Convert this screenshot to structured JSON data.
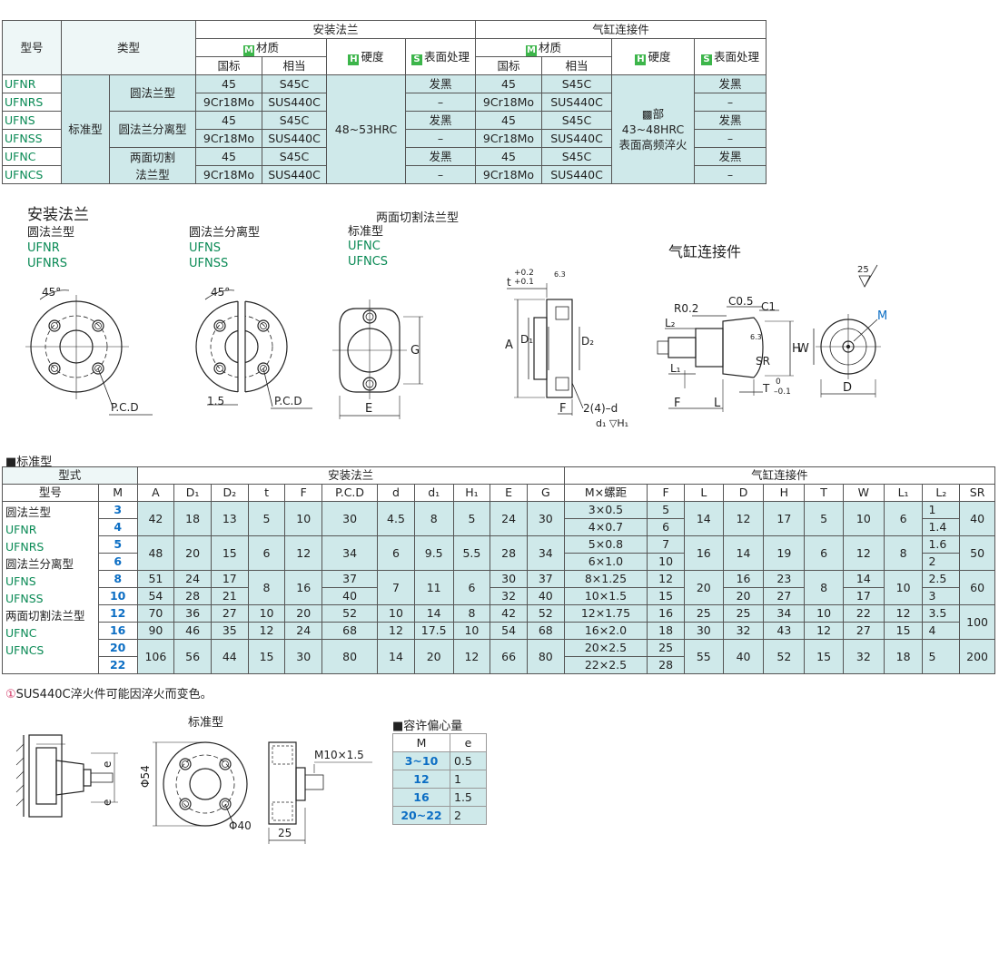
{
  "spec": {
    "head": {
      "model": "型号",
      "type": "类型",
      "flange": "安装法兰",
      "cyl": "气缸连接件",
      "material": "材质",
      "hardness": "硬度",
      "surface": "表面处理",
      "gb": "国标",
      "eq": "相当",
      "badge_m": "M",
      "badge_h": "H",
      "badge_s": "S"
    },
    "models": [
      "UFNR",
      "UFNRS",
      "UFNS",
      "UFNSS",
      "UFNC",
      "UFNCS"
    ],
    "std_type": "标准型",
    "subtypes": [
      "圆法兰型",
      "圆法兰分离型",
      "两面切割\n法兰型"
    ],
    "mat_gb": [
      "45",
      "9Cr18Mo",
      "45",
      "9Cr18Mo",
      "45",
      "9Cr18Mo"
    ],
    "mat_eq": [
      "S45C",
      "SUS440C",
      "S45C",
      "SUS440C",
      "S45C",
      "SUS440C"
    ],
    "flange_hardness": "48~53HRC",
    "surface": [
      "发黑",
      "–",
      "发黑",
      "–",
      "发黑",
      "–"
    ],
    "cyl_hardness_1": "▩部",
    "cyl_hardness_2": "43~48HRC",
    "cyl_hardness_3": "表面高频淬火"
  },
  "drawings": {
    "flange_title": "安装法兰",
    "cyl_title": "气缸连接件",
    "r_title": "圆法兰型",
    "r_m1": "UFNR",
    "r_m2": "UFNRS",
    "s_title": "圆法兰分离型",
    "s_m1": "UFNS",
    "s_m2": "UFNSS",
    "c_title1": "两面切割法兰型",
    "c_title2": "标准型",
    "c_m1": "UFNC",
    "c_m2": "UFNCS",
    "deg45": "45°",
    "pcd": "P.C.D",
    "d15": "1.5",
    "lbl_g": "G",
    "lbl_e": "E",
    "lbl_a": "A",
    "lbl_d1": "D₁",
    "lbl_d2": "D₂",
    "lbl_t": "t",
    "tol_t1": "+0.2",
    "tol_t2": "+0.1",
    "lbl_f": "F",
    "lbl_2d": "2(4)–d",
    "lbl_dh": "d₁ ▽H₁",
    "rough63": "6.3",
    "r02": "R0.2",
    "c05": "C0.5",
    "c1": "C1",
    "l2": "L₂",
    "l1": "L₁",
    "lbl_l": "L",
    "lbl_h": "H",
    "lbl_sr": "SR",
    "lbl_w": "W",
    "lbl_d": "D",
    "lbl_m": "M",
    "tol_T": "T",
    "tol_T0": "0",
    "tol_Tm": "–0.1",
    "rough25": "25"
  },
  "std": {
    "title": "■标准型",
    "h_form": "型式",
    "h_model": "型号",
    "h_flange": "安装法兰",
    "h_cyl": "气缸连接件",
    "cols": [
      "M",
      "A",
      "D₁",
      "D₂",
      "t",
      "F",
      "P.C.D",
      "d",
      "d₁",
      "H₁",
      "E",
      "G",
      "M×螺距",
      "F",
      "L",
      "D",
      "H",
      "T",
      "W",
      "L₁",
      "L₂",
      "SR"
    ],
    "names": [
      "圆法兰型",
      "UFNR",
      "UFNRS",
      "圆法兰分离型",
      "UFNS",
      "UFNSS",
      "两面切割法兰型",
      "UFNC",
      "UFNCS"
    ],
    "m": [
      "3",
      "4",
      "5",
      "6",
      "8",
      "10",
      "12",
      "16",
      "20",
      "22"
    ],
    "A": [
      "42",
      "48",
      "51",
      "54",
      "70",
      "90",
      "106"
    ],
    "D1": [
      "18",
      "20",
      "24",
      "28",
      "36",
      "46",
      "56"
    ],
    "D2": [
      "13",
      "15",
      "17",
      "21",
      "27",
      "35",
      "44"
    ],
    "t": [
      "5",
      "6",
      "8",
      "10",
      "12",
      "15"
    ],
    "F": [
      "10",
      "12",
      "16",
      "20",
      "24",
      "30"
    ],
    "PCD": [
      "30",
      "34",
      "37",
      "40",
      "52",
      "68",
      "80"
    ],
    "d": [
      "4.5",
      "6",
      "7",
      "10",
      "12",
      "14"
    ],
    "d1": [
      "8",
      "9.5",
      "11",
      "14",
      "17.5",
      "20"
    ],
    "H1": [
      "5",
      "5.5",
      "6",
      "8",
      "10",
      "12"
    ],
    "E": [
      "24",
      "28",
      "30",
      "32",
      "42",
      "54",
      "66"
    ],
    "G": [
      "30",
      "34",
      "37",
      "40",
      "52",
      "68",
      "80"
    ],
    "pitch": [
      "3×0.5",
      "4×0.7",
      "5×0.8",
      "6×1.0",
      "8×1.25",
      "10×1.5",
      "12×1.75",
      "16×2.0",
      "20×2.5",
      "22×2.5"
    ],
    "cF": [
      "5",
      "6",
      "7",
      "10",
      "12",
      "15",
      "16",
      "18",
      "25",
      "28"
    ],
    "L": [
      "14",
      "16",
      "20",
      "25",
      "30",
      "55"
    ],
    "D": [
      "12",
      "14",
      "16",
      "20",
      "25",
      "32",
      "40"
    ],
    "H": [
      "17",
      "19",
      "23",
      "27",
      "34",
      "43",
      "52"
    ],
    "T": [
      "5",
      "6",
      "8",
      "10",
      "12",
      "15"
    ],
    "W": [
      "10",
      "12",
      "14",
      "17",
      "22",
      "27",
      "32"
    ],
    "L1": [
      "6",
      "8",
      "10",
      "12",
      "15",
      "18"
    ],
    "L2": [
      "1",
      "1.4",
      "1.6",
      "2",
      "2.5",
      "3",
      "3.5",
      "4",
      "5"
    ],
    "SR": [
      "40",
      "50",
      "60",
      "100",
      "200"
    ],
    "note_icon": "①",
    "note": "SUS440C淬火件可能因淬火而变色。"
  },
  "ecc": {
    "dwg_title": "标准型",
    "phi54": "Φ54",
    "phi40": "Φ40",
    "e": "e",
    "m10": "M10×1.5",
    "n25": "25",
    "title": "■容许偏心量",
    "h_m": "M",
    "h_e": "e",
    "rows": [
      [
        "3~10",
        "0.5"
      ],
      [
        "12",
        "1"
      ],
      [
        "16",
        "1.5"
      ],
      [
        "20~22",
        "2"
      ]
    ]
  },
  "colors": {
    "table_fill": "#cfe9ea",
    "model_green": "#0a8a55",
    "m_blue": "#0c6ec4",
    "badge_green": "#3cb54a"
  }
}
